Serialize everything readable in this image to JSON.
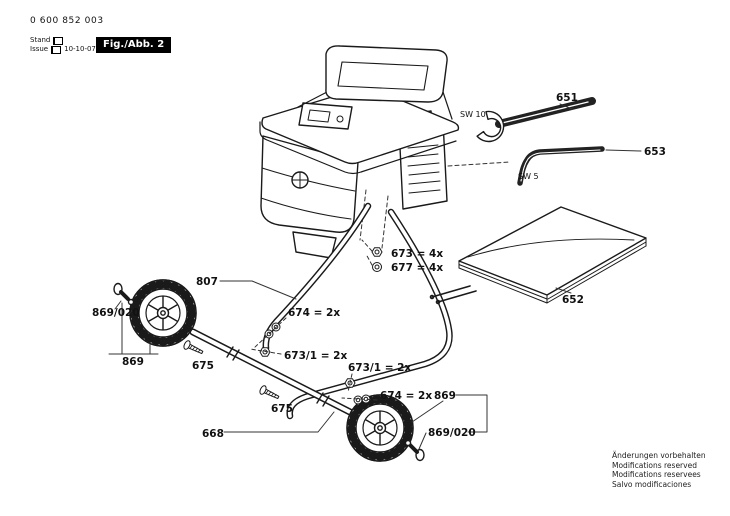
{
  "header": {
    "part_number": "0 600 852 003",
    "stand_label": "Stand",
    "issue_label": "Issue",
    "date": "10-10-07",
    "figure_label": "Fig./Abb. 2"
  },
  "callouts": {
    "wrench": "651",
    "wrench_size": "SW 10",
    "hex_key": "653",
    "hex_key_size": "SW 5",
    "bag": "652",
    "nut_673": "673 = 4x",
    "washer_677": "677 = 4x",
    "frame_807": "807",
    "washer_674_upper": "674 = 2x",
    "washer_674_lower": "674 = 2x",
    "nut_673_1_upper": "673/1 = 2x",
    "nut_673_1_lower": "673/1 = 2x",
    "screw_675_upper": "675",
    "screw_675_lower": "675",
    "axle_668": "668",
    "wheel_869_left": "869",
    "wheel_869_right": "869",
    "cap_869_020_left": "869/020",
    "cap_869_020_right": "869/020"
  },
  "footer": {
    "lines": [
      "Änderungen vorbehalten",
      "Modifications reserved",
      "Modifications reservees",
      "Salvo modificaciones"
    ]
  }
}
